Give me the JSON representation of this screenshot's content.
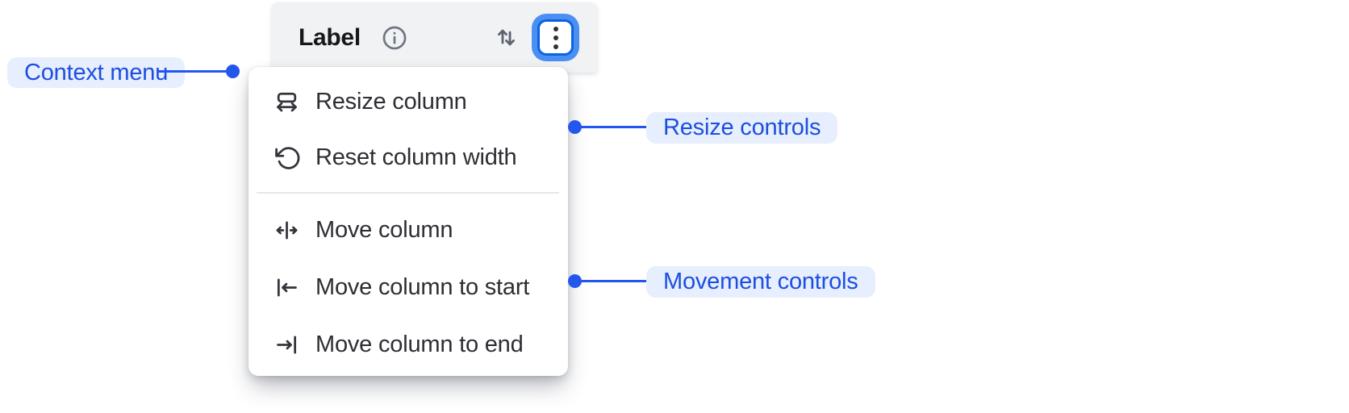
{
  "header": {
    "label": "Label",
    "info_icon": "info-circle",
    "sort_icon": "sort-arrows",
    "more_icon": "kebab-vertical-dots"
  },
  "context_menu": {
    "items": [
      {
        "id": "resize-column",
        "label": "Resize column",
        "icon": "resize-horizontal-icon",
        "group": "resize"
      },
      {
        "id": "reset-column-width",
        "label": "Reset column width",
        "icon": "undo-icon",
        "group": "resize"
      },
      {
        "id": "move-column",
        "label": "Move column",
        "icon": "move-horizontal-icon",
        "group": "movement"
      },
      {
        "id": "move-column-to-start",
        "label": "Move column to start",
        "icon": "arrow-to-start-icon",
        "group": "movement"
      },
      {
        "id": "move-column-to-end",
        "label": "Move column to end",
        "icon": "arrow-to-end-icon",
        "group": "movement"
      }
    ],
    "divider_after_index": 1
  },
  "annotations": {
    "context_menu": {
      "label": "Context menu",
      "side": "left"
    },
    "resize_controls": {
      "label": "Resize controls",
      "side": "right"
    },
    "movement_controls": {
      "label": "Movement controls",
      "side": "right"
    }
  },
  "colors": {
    "annotation_text": "#1c4fe1",
    "annotation_line": "#2456ee",
    "annotation_pill_bg": "#e7eefd",
    "header_bg": "#f1f2f3",
    "focus_ring_outer": "#4b8ff2",
    "focus_ring_border": "#0b63e2",
    "menu_text": "#2c2e33",
    "menu_bg": "#ffffff"
  }
}
